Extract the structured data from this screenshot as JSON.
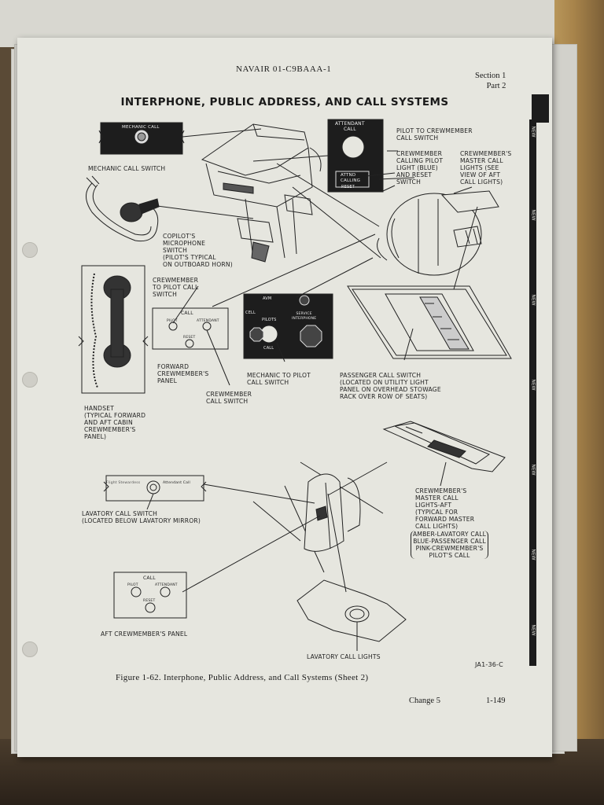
{
  "header": {
    "document_number": "NAVAIR 01-C9BAAA-1",
    "section": "Section 1",
    "part": "Part 2"
  },
  "title": "INTERPHONE, PUBLIC ADDRESS, AND CALL SYSTEMS",
  "panels": {
    "mechanic_call_label": "MECHANIC CALL",
    "attendant_call_label": "ATTENDANT\nCALL",
    "attnd_calling_label": "ATTND\nCALLING",
    "reset_label": "RESET",
    "call_label": "CALL",
    "pilot_label": "PILOT",
    "attendant_label": "ATTENDANT",
    "pilots_label": "PILOTS",
    "service_interphone_label": "SERVICE\nINTERPHONE",
    "cell_label": "CELL",
    "avm_label": "AVM",
    "lavatory_left_label": "Flight Stewardess",
    "lavatory_right_label": "Attendant Call"
  },
  "callouts": {
    "mechanic_call_switch": "MECHANIC CALL SWITCH",
    "pilot_to_crewmember": "PILOT TO CREWMEMBER\nCALL SWITCH",
    "crewmember_calling_pilot": "CREWMEMBER\nCALLING PILOT\nLIGHT (BLUE)\nAND RESET\nSWITCH",
    "crewmember_master_call": "CREWMEMBER'S\nMASTER CALL\nLIGHTS (SEE\nVIEW OF AFT\nCALL LIGHTS)",
    "copilot_mic": "COPILOT'S\nMICROPHONE\nSWITCH\n(PILOT'S TYPICAL\nON OUTBOARD HORN)",
    "crewmember_to_pilot": "CREWMEMBER\nTO PILOT CALL\nSWITCH",
    "forward_panel": "FORWARD\nCREWMEMBER'S\nPANEL",
    "crewmember_call_switch": "CREWMEMBER\nCALL SWITCH",
    "mechanic_to_pilot": "MECHANIC TO PILOT\nCALL SWITCH",
    "passenger_call_switch": "PASSENGER CALL SWITCH\n(LOCATED ON UTILITY LIGHT\nPANEL ON OVERHEAD STOWAGE\nRACK OVER ROW OF SEATS)",
    "handset": "HANDSET\n(TYPICAL FORWARD\nAND AFT CABIN\nCREWMEMBER'S\nPANEL)",
    "master_call_aft": "CREWMEMBER'S\nMASTER CALL\nLIGHTS-AFT\n(TYPICAL FOR\nFORWARD MASTER\nCALL LIGHTS)",
    "light_colors": "AMBER-LAVATORY CALL\nBLUE-PASSENGER CALL\nPINK-CREWMEMBER'S\nPILOT'S CALL",
    "lavatory_call_switch": "LAVATORY CALL SWITCH\n(LOCATED BELOW LAVATORY MIRROR)",
    "aft_panel": "AFT CREWMEMBER'S PANEL",
    "lavatory_call_lights": "LAVATORY CALL LIGHTS"
  },
  "change_marker": "NEW",
  "figure_code": "JA1-36-C",
  "caption": "Figure 1-62.  Interphone, Public Address, and Call Systems (Sheet 2)",
  "change": "Change 5",
  "page_number": "1-149"
}
